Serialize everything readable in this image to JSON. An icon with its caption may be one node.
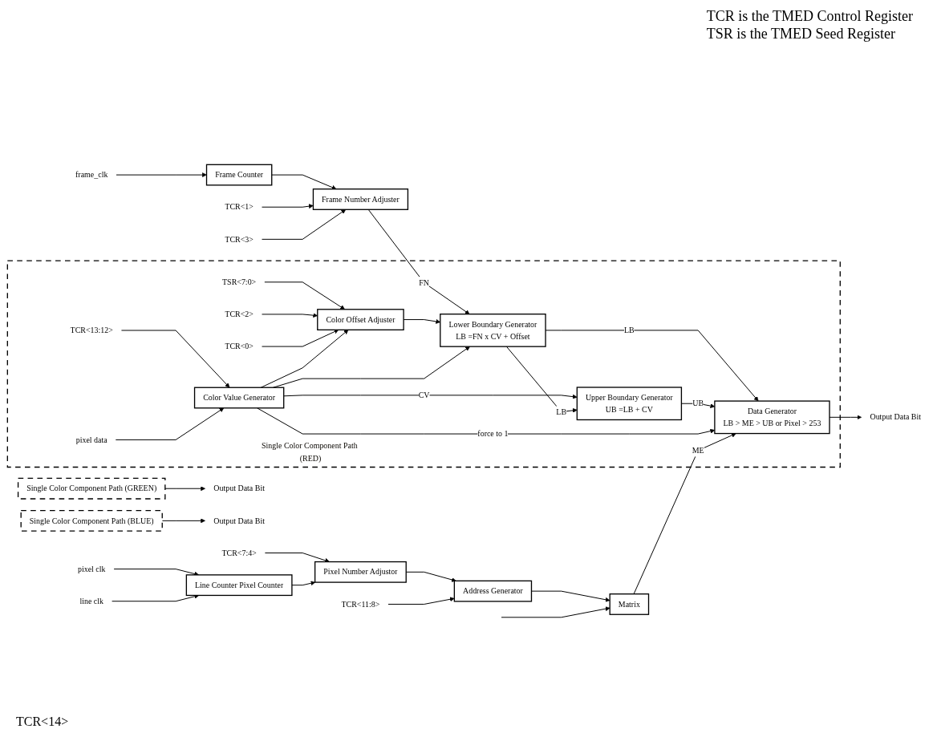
{
  "diagram": {
    "nodes": [
      {
        "text": [
          "frame_clk"
        ]
      },
      {
        "text": [
          "Frame Counter"
        ]
      },
      {
        "text": [
          "TCR<1>"
        ]
      },
      {
        "text": [
          "TCR<3>"
        ]
      },
      {
        "text": [
          "Frame Number Adjuster"
        ]
      },
      {
        "text": [
          "Single Color Component Path (RED)"
        ]
      },
      {
        "text": [
          "TSR<7:0>"
        ],
        "in": 5
      },
      {
        "text": [
          "TCR<2>"
        ],
        "in": 5
      },
      {
        "text": [
          "TCR<0>"
        ],
        "in": 5
      },
      {
        "text": [
          "TCR<13:12>"
        ],
        "in": 5
      },
      {
        "text": [
          "pixel data"
        ],
        "in": 5
      },
      {
        "text": [
          "Color Offset Adjuster"
        ],
        "in": 5
      },
      {
        "text": [
          "Color Value Generator"
        ],
        "in": 5
      },
      {
        "text": [
          "Lower Boundary Generator",
          "LB =FN x CV + Offset"
        ],
        "in": 5
      },
      {
        "text": [
          "Upper Boundary Generator",
          "UB =LB + CV"
        ],
        "in": 5
      },
      {
        "text": [
          "Data Generator",
          "LB > ME > UB or Pixel > 253"
        ],
        "in": 5
      },
      {
        "text": [
          "Output Data Bit"
        ]
      },
      {
        "text": [
          "Single Color Component Path (GREEN)"
        ]
      },
      {
        "text": [
          "Output Data Bit"
        ]
      },
      {
        "text": [
          "Single Color Component Path (BLUE)"
        ]
      },
      {
        "text": [
          "Output Data Bit"
        ]
      },
      {
        "text": [
          "TCR<7:4>"
        ]
      },
      {
        "text": [
          "pixel clk"
        ]
      },
      {
        "text": [
          "line clk"
        ]
      },
      {
        "text": [
          "Line Counter Pixel Counter"
        ]
      },
      {
        "text": [
          "Pixel Number Adjustor"
        ]
      },
      {
        "text": [
          "TCR<11:8>"
        ]
      },
      {
        "text": [
          "Address Generator"
        ]
      },
      {
        "text": [
          "Matrix"
        ]
      }
    ],
    "edges": [
      {
        "from": 0,
        "to": 1,
        "arrow": "to"
      },
      {
        "from": 1,
        "to": 4,
        "arrow": "to"
      },
      {
        "from": 2,
        "to": 4,
        "arrow": "to"
      },
      {
        "from": 3,
        "to": 4,
        "arrow": "to"
      },
      {
        "from": 4,
        "to": 13,
        "arrow": "to",
        "label": "FN"
      },
      {
        "from": 6,
        "to": 11,
        "arrow": "to"
      },
      {
        "from": 7,
        "to": 11,
        "arrow": "to"
      },
      {
        "from": 8,
        "to": 11,
        "arrow": "to"
      },
      {
        "from": 12,
        "to": 11,
        "arrow": "to"
      },
      {
        "from": 9,
        "to": 12,
        "arrow": "to"
      },
      {
        "from": 10,
        "to": 12,
        "arrow": "to"
      },
      {
        "from": 11,
        "to": 13,
        "arrow": "to"
      },
      {
        "from": 12,
        "to": 13,
        "arrow": "to"
      },
      {
        "from": 12,
        "to": 14,
        "arrow": "to",
        "label": "CV"
      },
      {
        "from": 13,
        "to": 14,
        "arrow": "to",
        "label": "LB"
      },
      {
        "from": 13,
        "to": 15,
        "arrow": "to",
        "label": "LB"
      },
      {
        "from": 14,
        "to": 15,
        "arrow": "to",
        "label": "UB"
      },
      {
        "from": 12,
        "to": 15,
        "arrow": "to",
        "label": "force to 1"
      },
      {
        "from": 15,
        "to": 16,
        "arrow": "to"
      },
      {
        "from": 17,
        "to": 18,
        "arrow": "to"
      },
      {
        "from": 19,
        "to": 20,
        "arrow": "to"
      },
      {
        "from": 21,
        "to": 25,
        "arrow": "to"
      },
      {
        "from": 22,
        "to": 24,
        "arrow": "to"
      },
      {
        "from": 23,
        "to": 24,
        "arrow": "to"
      },
      {
        "from": 24,
        "to": 25,
        "arrow": "to"
      },
      {
        "from": 25,
        "to": 27,
        "arrow": "to"
      },
      {
        "from": 26,
        "to": 27,
        "arrow": "to"
      },
      {
        "from": 27,
        "to": 28,
        "arrow": "to"
      },
      {
        "from": 28,
        "to": 15,
        "arrow": "to",
        "label": "ME"
      },
      {
        "from": null,
        "to": 28,
        "arrow": "to"
      }
    ],
    "labels": [
      "TCR is the TMED Control Register",
      "TSR is the TMED Seed Register",
      "TCR<14>"
    ]
  }
}
